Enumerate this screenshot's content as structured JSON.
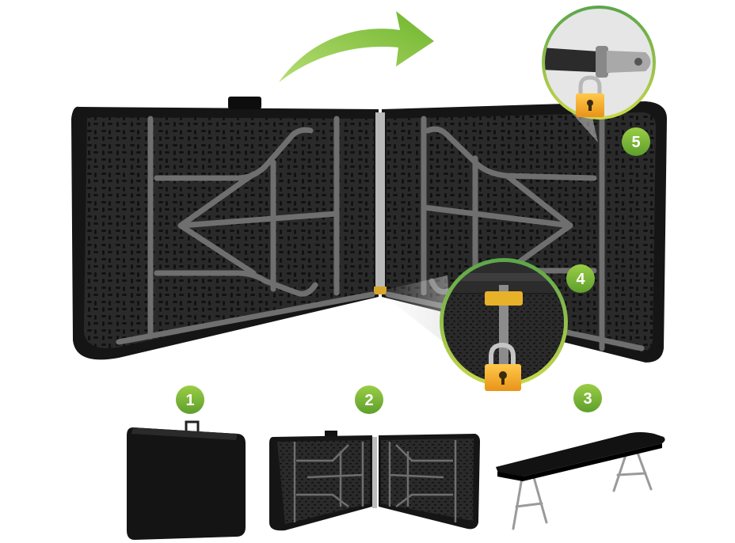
{
  "steps": {
    "step1": "1",
    "step2": "2",
    "step3": "3",
    "step4": "4",
    "step5": "5"
  },
  "colors": {
    "badge_green": "#7cb83a",
    "arrow_green": "#8cc63f",
    "lock_gold": "#f5a623",
    "table_black": "#1a1a1a",
    "frame_gray": "#6f6f6f"
  },
  "icons": {
    "arrow": "curved-arrow-icon",
    "lock": "padlock-icon"
  }
}
